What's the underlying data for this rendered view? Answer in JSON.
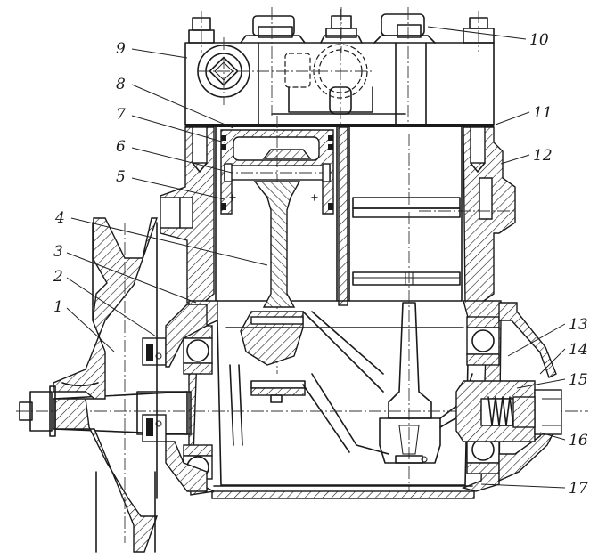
{
  "figure": {
    "title": "Air compressor — longitudinal section",
    "callouts": [
      {
        "id": "1",
        "label": "1"
      },
      {
        "id": "2",
        "label": "2"
      },
      {
        "id": "3",
        "label": "3"
      },
      {
        "id": "4",
        "label": "4"
      },
      {
        "id": "5",
        "label": "5"
      },
      {
        "id": "6",
        "label": "6"
      },
      {
        "id": "7",
        "label": "7"
      },
      {
        "id": "8",
        "label": "8"
      },
      {
        "id": "9",
        "label": "9"
      },
      {
        "id": "10",
        "label": "10"
      },
      {
        "id": "11",
        "label": "11"
      },
      {
        "id": "12",
        "label": "12"
      },
      {
        "id": "13",
        "label": "13"
      },
      {
        "id": "14",
        "label": "14"
      },
      {
        "id": "15",
        "label": "15"
      },
      {
        "id": "16",
        "label": "16"
      },
      {
        "id": "17",
        "label": "17"
      }
    ],
    "components": [
      "drive-pulley",
      "oil-seal",
      "main-bearing-front",
      "crankshaft",
      "connecting-rod",
      "piston",
      "piston-pin",
      "piston-rings",
      "cylinder-head",
      "head-bolts",
      "head-gasket",
      "cylinder-block",
      "main-bearing-rear",
      "rear-cover",
      "oil-feed-spring",
      "crankcase",
      "oil-pan"
    ]
  }
}
